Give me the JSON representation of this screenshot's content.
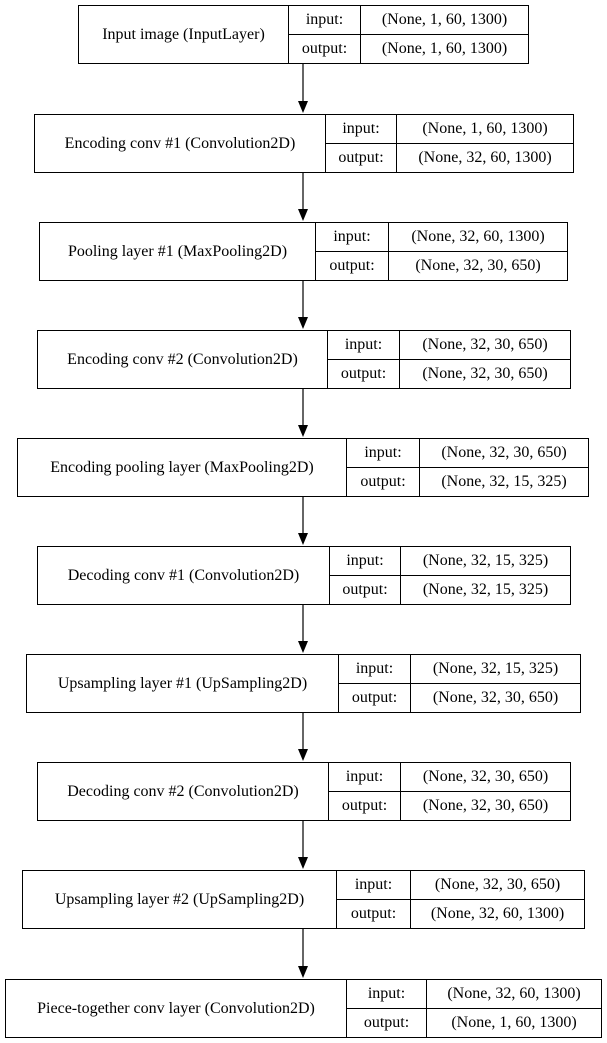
{
  "layers": [
    {
      "name": "Input image (InputLayer)",
      "input_label": "input:",
      "input_shape": "(None, 1, 60, 1300)",
      "output_label": "output:",
      "output_shape": "(None, 1, 60, 1300)"
    },
    {
      "name": "Encoding conv #1 (Convolution2D)",
      "input_label": "input:",
      "input_shape": "(None, 1, 60, 1300)",
      "output_label": "output:",
      "output_shape": "(None, 32, 60, 1300)"
    },
    {
      "name": "Pooling layer #1 (MaxPooling2D)",
      "input_label": "input:",
      "input_shape": "(None, 32, 60, 1300)",
      "output_label": "output:",
      "output_shape": "(None, 32, 30, 650)"
    },
    {
      "name": "Encoding conv #2 (Convolution2D)",
      "input_label": "input:",
      "input_shape": "(None, 32, 30, 650)",
      "output_label": "output:",
      "output_shape": "(None, 32, 30, 650)"
    },
    {
      "name": "Encoding pooling layer (MaxPooling2D)",
      "input_label": "input:",
      "input_shape": "(None, 32, 30, 650)",
      "output_label": "output:",
      "output_shape": "(None, 32, 15, 325)"
    },
    {
      "name": "Decoding conv #1 (Convolution2D)",
      "input_label": "input:",
      "input_shape": "(None, 32, 15, 325)",
      "output_label": "output:",
      "output_shape": "(None, 32, 15, 325)"
    },
    {
      "name": "Upsampling layer #1 (UpSampling2D)",
      "input_label": "input:",
      "input_shape": "(None, 32, 15, 325)",
      "output_label": "output:",
      "output_shape": "(None, 32, 30, 650)"
    },
    {
      "name": "Decoding conv #2 (Convolution2D)",
      "input_label": "input:",
      "input_shape": "(None, 32, 30, 650)",
      "output_label": "output:",
      "output_shape": "(None, 32, 30, 650)"
    },
    {
      "name": "Upsampling layer #2 (UpSampling2D)",
      "input_label": "input:",
      "input_shape": "(None, 32, 30, 650)",
      "output_label": "output:",
      "output_shape": "(None, 32, 60, 1300)"
    },
    {
      "name": "Piece-together conv layer (Convolution2D)",
      "input_label": "input:",
      "input_shape": "(None, 32, 60, 1300)",
      "output_label": "output:",
      "output_shape": "(None, 1, 60, 1300)"
    }
  ]
}
